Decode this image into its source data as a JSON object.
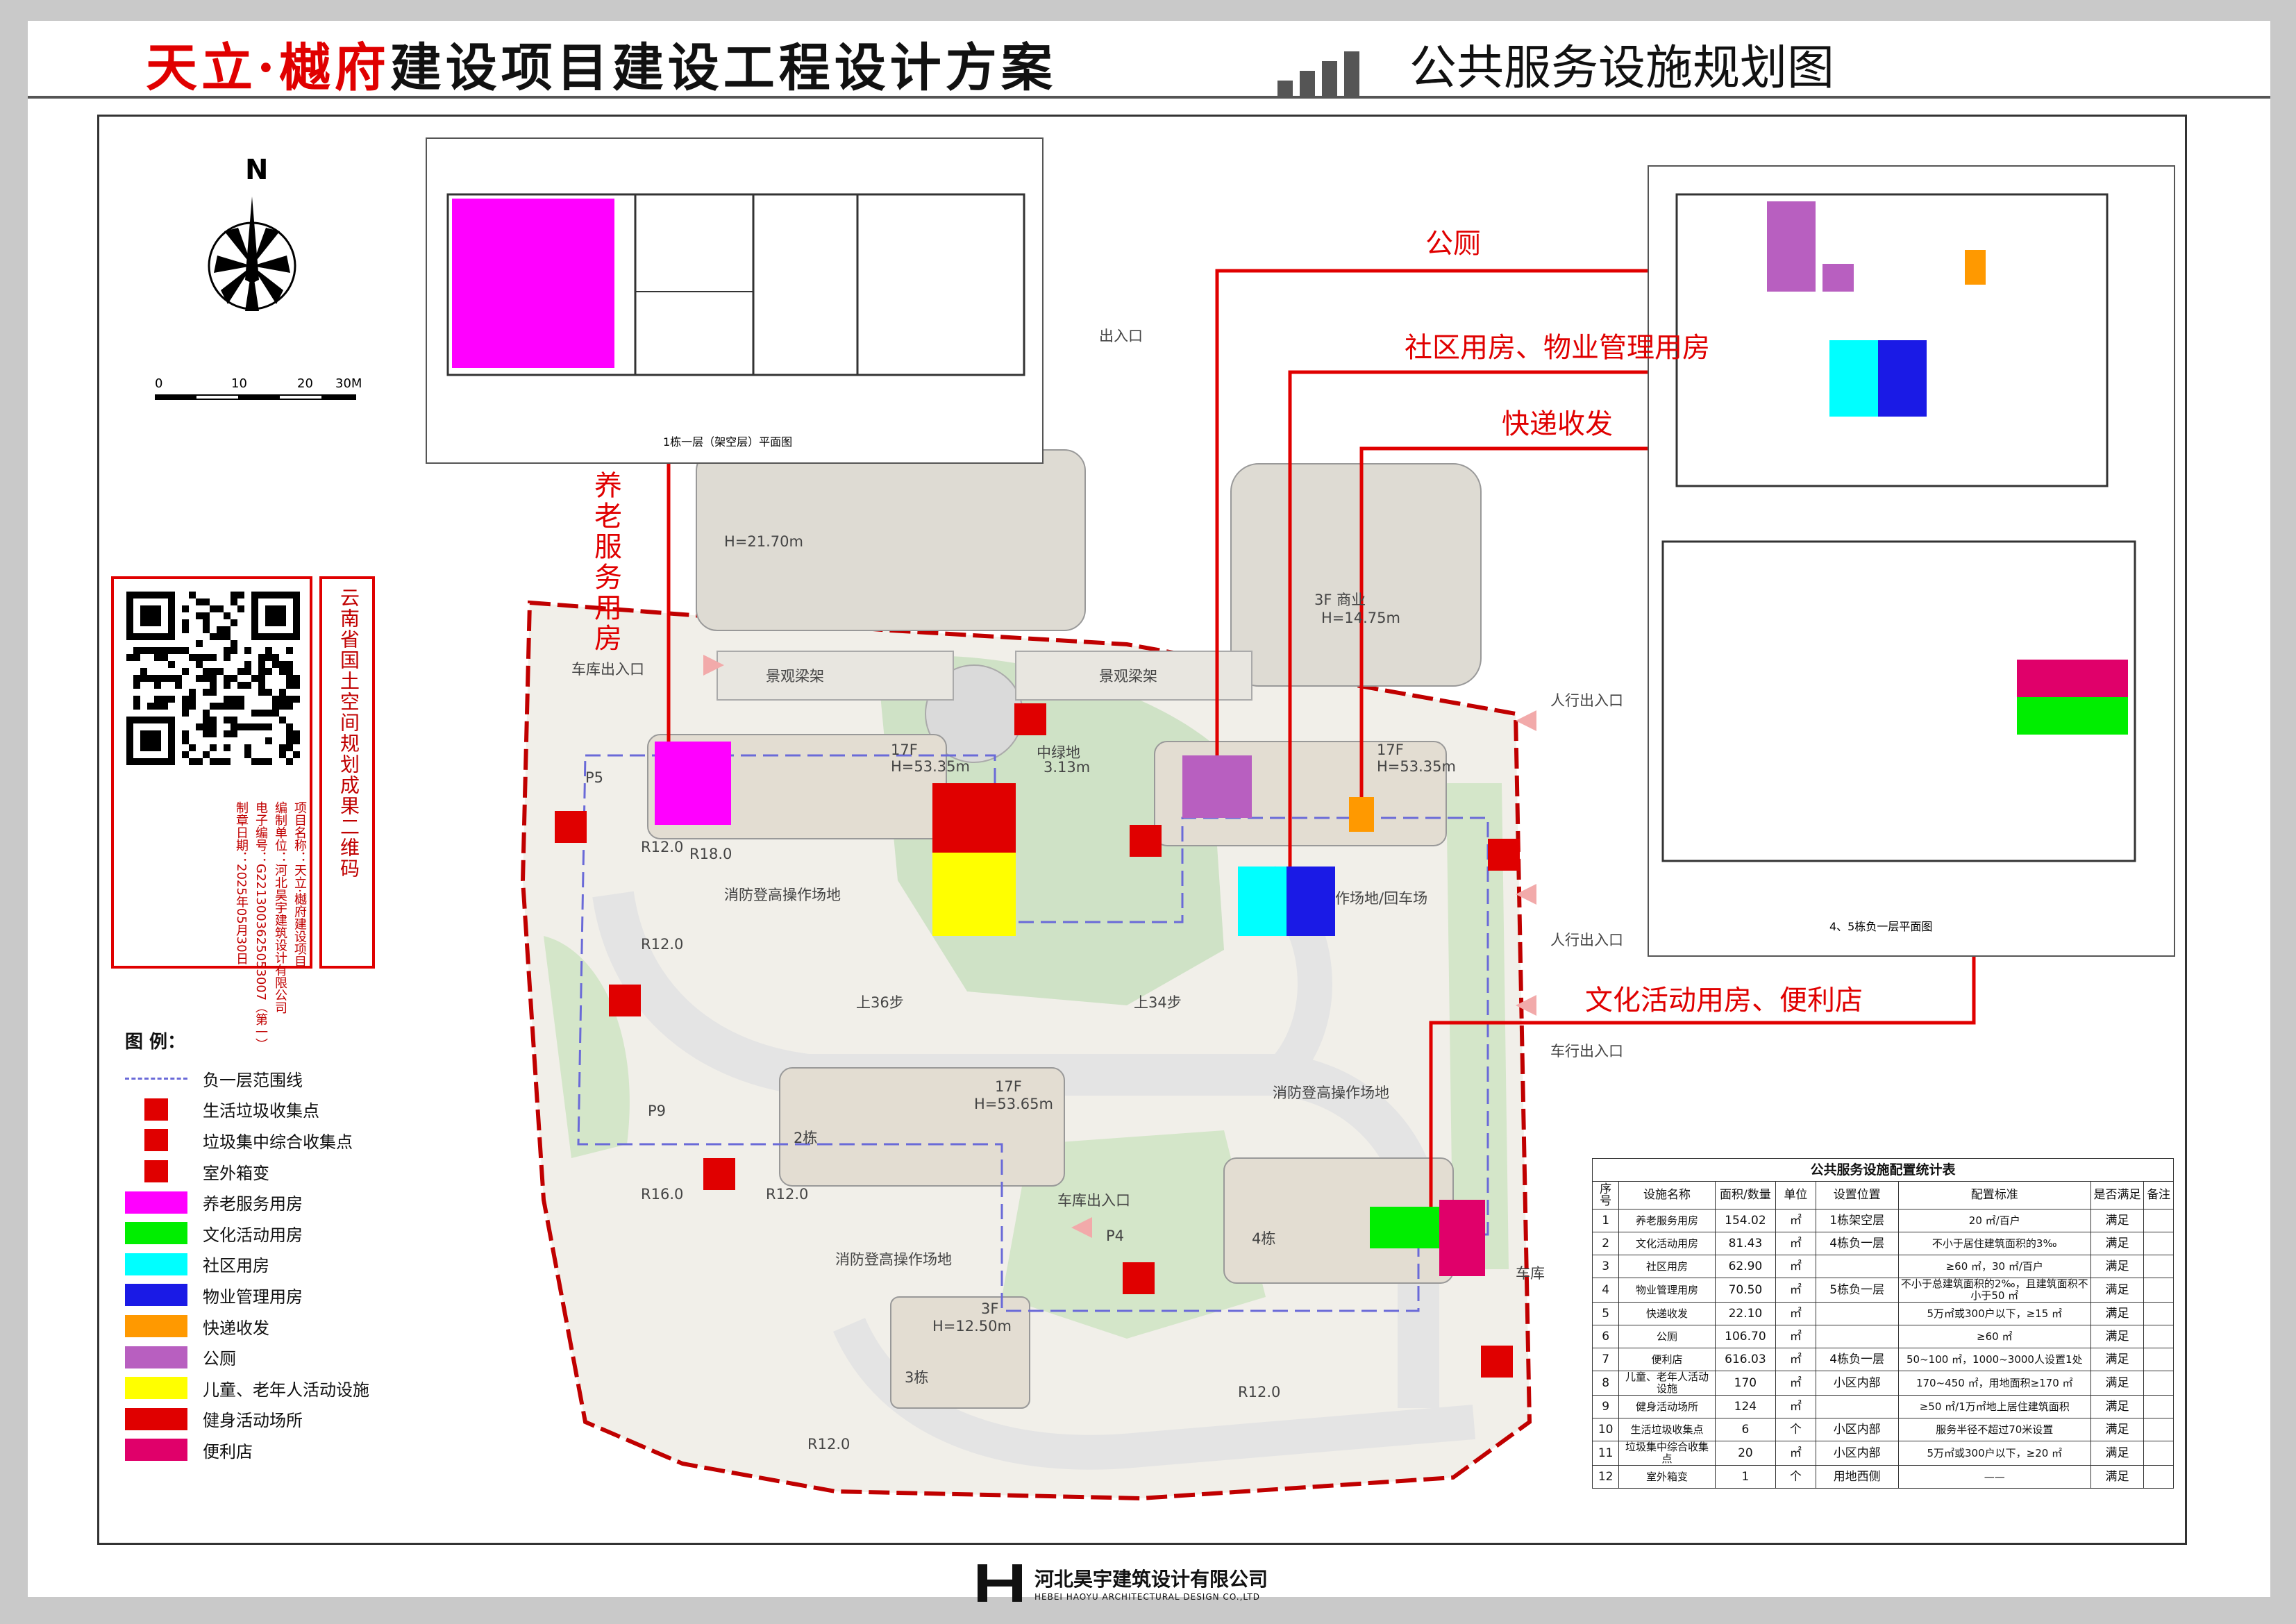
{
  "header": {
    "title_red": "天立·樾府",
    "title_black": "建设项目建设工程设计方案",
    "subtitle": "公共服务设施规划图"
  },
  "compass": {
    "north_label": "N",
    "scale_labels": [
      "0",
      "10",
      "20",
      "30M"
    ]
  },
  "qr_panel": {
    "heading": "云南省国土空间规划成果二维码",
    "project_name": "项目名称：天立·樾府建设项目",
    "editor": "编制单位：河北昊宇建筑设计有限公司",
    "code": "电子编号：G2213003625053007（第一）",
    "date": "制章日期：2025年05月30日"
  },
  "callouts": {
    "elderly": "养老服务用房",
    "toilet": "公厕",
    "community": "社区用房、物业管理用房",
    "express": "快递收发",
    "culture": "文化活动用房、便利店"
  },
  "map_labels": {
    "building_1": "17F\nH=53.35m",
    "building_5": "17F\nH=53.35m",
    "building_2_floor": "17F",
    "building_2_h": "H=53.65m",
    "building_2": "2栋",
    "building_3_floor": "3F",
    "building_3_h": "H=12.50m",
    "building_3": "3栋",
    "building_4": "4栋",
    "shop_top_left": "H=21.70m",
    "shop_top_right": "3F 商业",
    "shop_top_right_h": "H=14.75m",
    "pergola_1": "景观梁架",
    "pergola_2": "景观梁架",
    "fire_1": "消防登高操作场地",
    "fire_2": "消防登高操作场地",
    "fire_3": "消防登高操作场地",
    "fire_4": "作场地/回车场",
    "steps_1": "上36步",
    "steps_2": "上34步",
    "green": "中绿地",
    "green_h": "3.13m",
    "garage_1": "车库出入口",
    "garage_2": "车库出入口",
    "garage_3": "车库",
    "ped_1": "人行出入口",
    "ped_2": "人行出入口",
    "car_1": "车行出入口",
    "entry_top": "出入口",
    "p5": "P5",
    "p9": "P9",
    "p4": "P4",
    "r_values": [
      "R18.0",
      "R12.0",
      "R12.0",
      "R16.0",
      "R12.0",
      "R12.0",
      "R12.0"
    ]
  },
  "inset_titles": {
    "top": "1栋一层（架空层）平面图",
    "right": "4、5栋负一层平面图"
  },
  "legend": {
    "title": "图  例：",
    "items": [
      {
        "label": "负一层范围线",
        "type": "dash",
        "color": "#6a6ad8"
      },
      {
        "label": "生活垃圾收集点",
        "type": "trash",
        "color": "#e00000"
      },
      {
        "label": "垃圾集中综合收集点",
        "type": "house",
        "color": "#e00000"
      },
      {
        "label": "室外箱变",
        "type": "bolt",
        "color": "#e00000"
      },
      {
        "label": "养老服务用房",
        "type": "fill",
        "color": "#ff00ff"
      },
      {
        "label": "文化活动用房",
        "type": "fill",
        "color": "#00ee00"
      },
      {
        "label": "社区用房",
        "type": "fill",
        "color": "#00ffff"
      },
      {
        "label": "物业管理用房",
        "type": "fill",
        "color": "#1a1ae6"
      },
      {
        "label": "快递收发",
        "type": "fill",
        "color": "#ff9900"
      },
      {
        "label": "公厕",
        "type": "fill",
        "color": "#b85fc0"
      },
      {
        "label": "儿童、老年人活动设施",
        "type": "fill",
        "color": "#ffff00"
      },
      {
        "label": "健身活动场所",
        "type": "fill",
        "color": "#e00000"
      },
      {
        "label": "便利店",
        "type": "fill",
        "color": "#e0006a"
      }
    ]
  },
  "table": {
    "title": "公共服务设施配置统计表",
    "headers": [
      "序号",
      "设施名称",
      "面积/数量",
      "单位",
      "设置位置",
      "配置标准",
      "是否满足",
      "备注"
    ],
    "rows": [
      [
        "1",
        "养老服务用房",
        "154.02",
        "㎡",
        "1栋架空层",
        "20 ㎡/百户",
        "满足",
        ""
      ],
      [
        "2",
        "文化活动用房",
        "81.43",
        "㎡",
        "4栋负一层",
        "不小于居住建筑面积的3‰",
        "满足",
        ""
      ],
      [
        "3",
        "社区用房",
        "62.90",
        "㎡",
        "",
        "≥60 ㎡，30 ㎡/百户",
        "满足",
        ""
      ],
      [
        "4",
        "物业管理用房",
        "70.50",
        "㎡",
        "5栋负一层",
        "不小于总建筑面积的2‰，且建筑面积不小于50 ㎡",
        "满足",
        ""
      ],
      [
        "5",
        "快递收发",
        "22.10",
        "㎡",
        "",
        "5万㎡或300户以下，≥15 ㎡",
        "满足",
        ""
      ],
      [
        "6",
        "公厕",
        "106.70",
        "㎡",
        "",
        "≥60 ㎡",
        "满足",
        ""
      ],
      [
        "7",
        "便利店",
        "616.03",
        "㎡",
        "4栋负一层",
        "50~100 ㎡，1000~3000人设置1处",
        "满足",
        ""
      ],
      [
        "8",
        "儿童、老年人活动设施",
        "170",
        "㎡",
        "小区内部",
        "170~450 ㎡，用地面积≥170 ㎡",
        "满足",
        ""
      ],
      [
        "9",
        "健身活动场所",
        "124",
        "㎡",
        "",
        "≥50 ㎡/1万㎡地上居住建筑面积",
        "满足",
        ""
      ],
      [
        "10",
        "生活垃圾收集点",
        "6",
        "个",
        "小区内部",
        "服务半径不超过70米设置",
        "满足",
        ""
      ],
      [
        "11",
        "垃圾集中综合收集点",
        "20",
        "㎡",
        "小区内部",
        "5万㎡或300户以下，≥20 ㎡",
        "满足",
        ""
      ],
      [
        "12",
        "室外箱变",
        "1",
        "个",
        "用地西侧",
        "——",
        "满足",
        ""
      ]
    ]
  },
  "company": {
    "name": "河北昊宇建筑设计有限公司",
    "name_en": "HEBEI HAOYU ARCHITECTURAL DESIGN CO.,LTD"
  }
}
